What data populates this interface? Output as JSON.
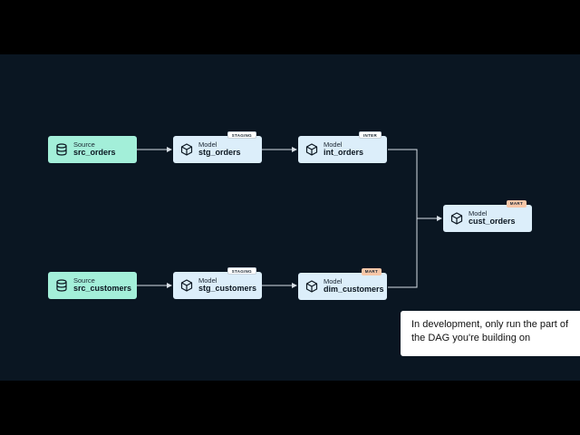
{
  "nodes": {
    "src_orders": {
      "kind": "Source",
      "label": "src_orders"
    },
    "src_customers": {
      "kind": "Source",
      "label": "src_customers"
    },
    "stg_orders": {
      "kind": "Model",
      "label": "stg_orders",
      "badge": "STAGING"
    },
    "stg_customers": {
      "kind": "Model",
      "label": "stg_customers",
      "badge": "STAGING"
    },
    "int_orders": {
      "kind": "Model",
      "label": "int_orders",
      "badge": "INTER"
    },
    "dim_customers": {
      "kind": "Model",
      "label": "dim_customers",
      "badge": "MART"
    },
    "cust_orders": {
      "kind": "Model",
      "label": "cust_orders",
      "badge": "MART"
    }
  },
  "callout": {
    "text": "In development, only run the part of the DAG you're building on"
  },
  "colors": {
    "background": "#0a1622",
    "source_fill": "#a3efd9",
    "model_fill": "#dceefa",
    "mart_badge": "#f7c7a8",
    "edge": "#d7dee5"
  },
  "icons": {
    "source": "database-icon",
    "model": "cube-icon"
  }
}
